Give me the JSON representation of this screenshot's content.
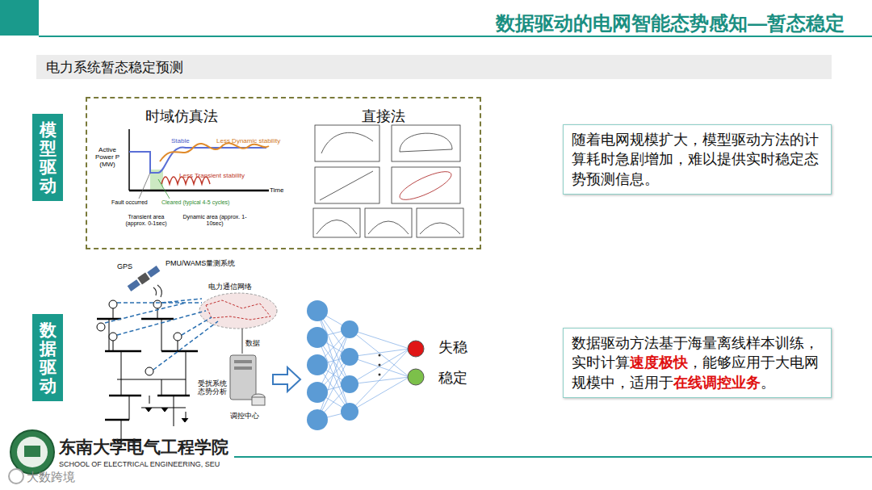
{
  "diagram": {
    "title": "数据驱动的电网智能态势感知—暂态稳定",
    "nodes": [
      {
        "text": [
          "电力系统暂态稳定预测"
        ]
      },
      {
        "text": [
          "模型驱动"
        ]
      },
      {
        "text": [
          "时域仿真法",
          "直接法"
        ]
      },
      {
        "text": [
          "随着电网规模扩大，模型驱动方法的计算耗时急剧增加，难以提供实时稳定态势预测信息。"
        ]
      },
      {
        "text": [
          "数据驱动"
        ]
      },
      {
        "text": [
          "数据驱动方法基于海量离线样本训练，实时计算",
          "速度极快",
          "，能够应用于大电网规模中，适用于",
          "在线调控业务",
          "。"
        ]
      }
    ],
    "labels": [
      "Active Power P (MW)",
      "Stable",
      "Less Dynamic stability",
      "Less Transient stability",
      "Time",
      "Fault occurred",
      "Cleared (typical 4-5 cycles)",
      "Transient area (approx. 0-1sec)",
      "Dynamic area (approx. 1-10sec)",
      "GPS",
      "PMU/WAMS量测系统",
      "电力通信网络",
      "数据",
      "受扰系统态势分析",
      "调控中心",
      "失稳",
      "稳定",
      "东南大学电气工程学院",
      "SCHOOL OF ELECTRICAL ENGINEERING, SEU",
      "大数跨境"
    ]
  }
}
